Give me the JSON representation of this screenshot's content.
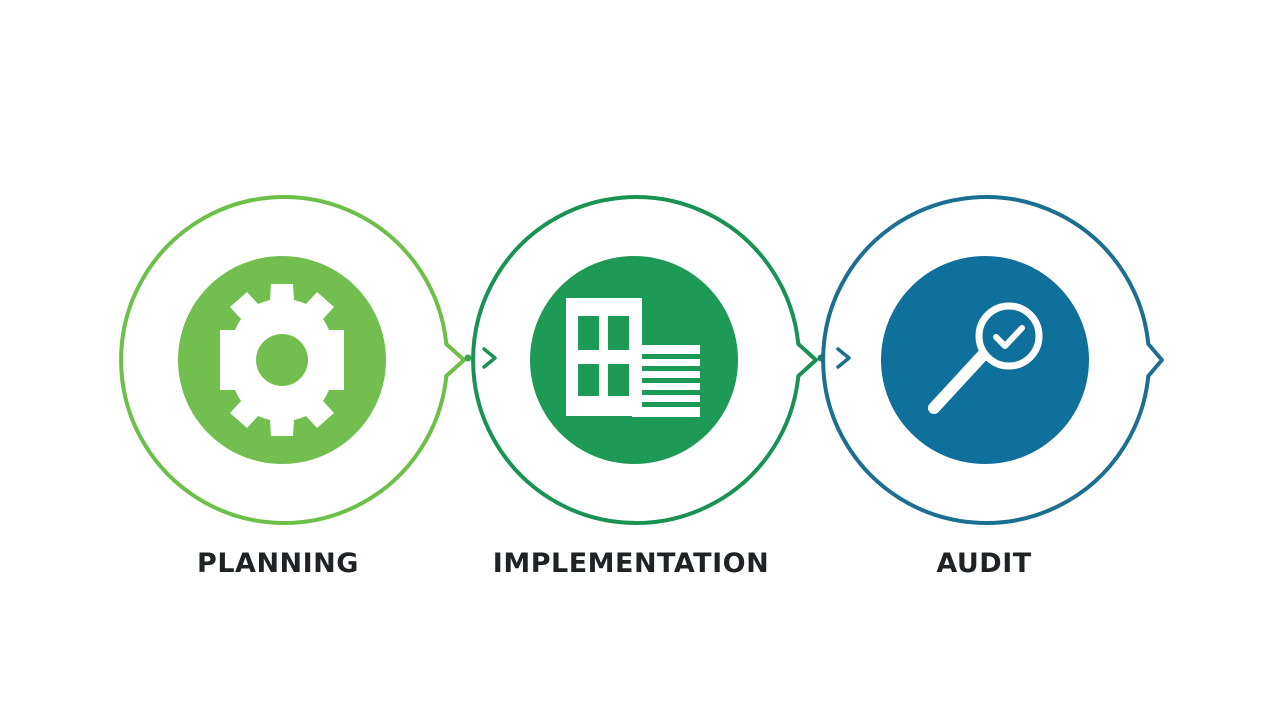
{
  "process": {
    "steps": [
      {
        "label": "PLANNING",
        "icon": "gear-icon",
        "color": "#72bf4f",
        "ring_color": "#6cc04a"
      },
      {
        "label": "IMPLEMENTATION",
        "icon": "building-icon",
        "color": "#1d9a56",
        "ring_color": "#1a9254"
      },
      {
        "label": "AUDIT",
        "icon": "magnifier-check-icon",
        "color": "#10709c",
        "ring_color": "#1c6f91"
      }
    ],
    "connector_icon": "chevron-right-icon"
  }
}
